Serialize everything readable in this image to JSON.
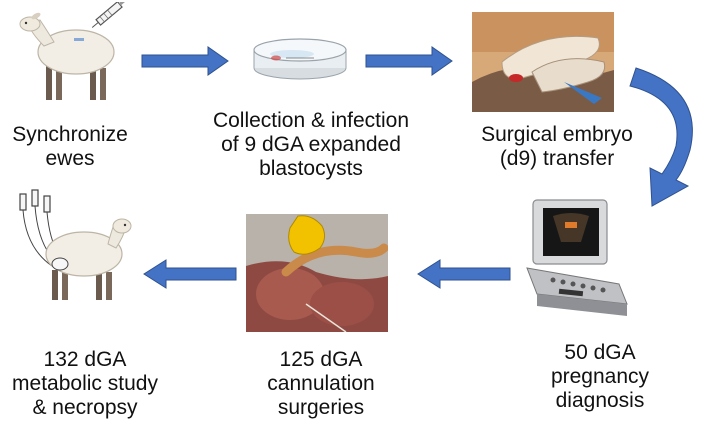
{
  "steps": [
    {
      "lines": [
        "Synchronize",
        "ewes"
      ],
      "icon": "sheep-syringe-icon"
    },
    {
      "lines": [
        "Collection & infection",
        "of 9 dGA expanded",
        "blastocysts"
      ],
      "icon": "petri-dish-icon"
    },
    {
      "lines": [
        "Surgical embryo",
        "(d9) transfer"
      ],
      "icon": "surgery-photo-icon"
    },
    {
      "lines": [
        "50 dGA",
        "pregnancy",
        "diagnosis"
      ],
      "icon": "ultrasound-machine-icon"
    },
    {
      "lines": [
        "125 dGA",
        "cannulation",
        "surgeries"
      ],
      "icon": "uterus-photo-icon"
    },
    {
      "lines": [
        "132 dGA",
        "metabolic study",
        "& necropsy"
      ],
      "icon": "sheep-catheters-icon"
    }
  ],
  "colors": {
    "arrow": "#4472C4",
    "arrow_edge": "#2F528F",
    "text": "#111111"
  }
}
